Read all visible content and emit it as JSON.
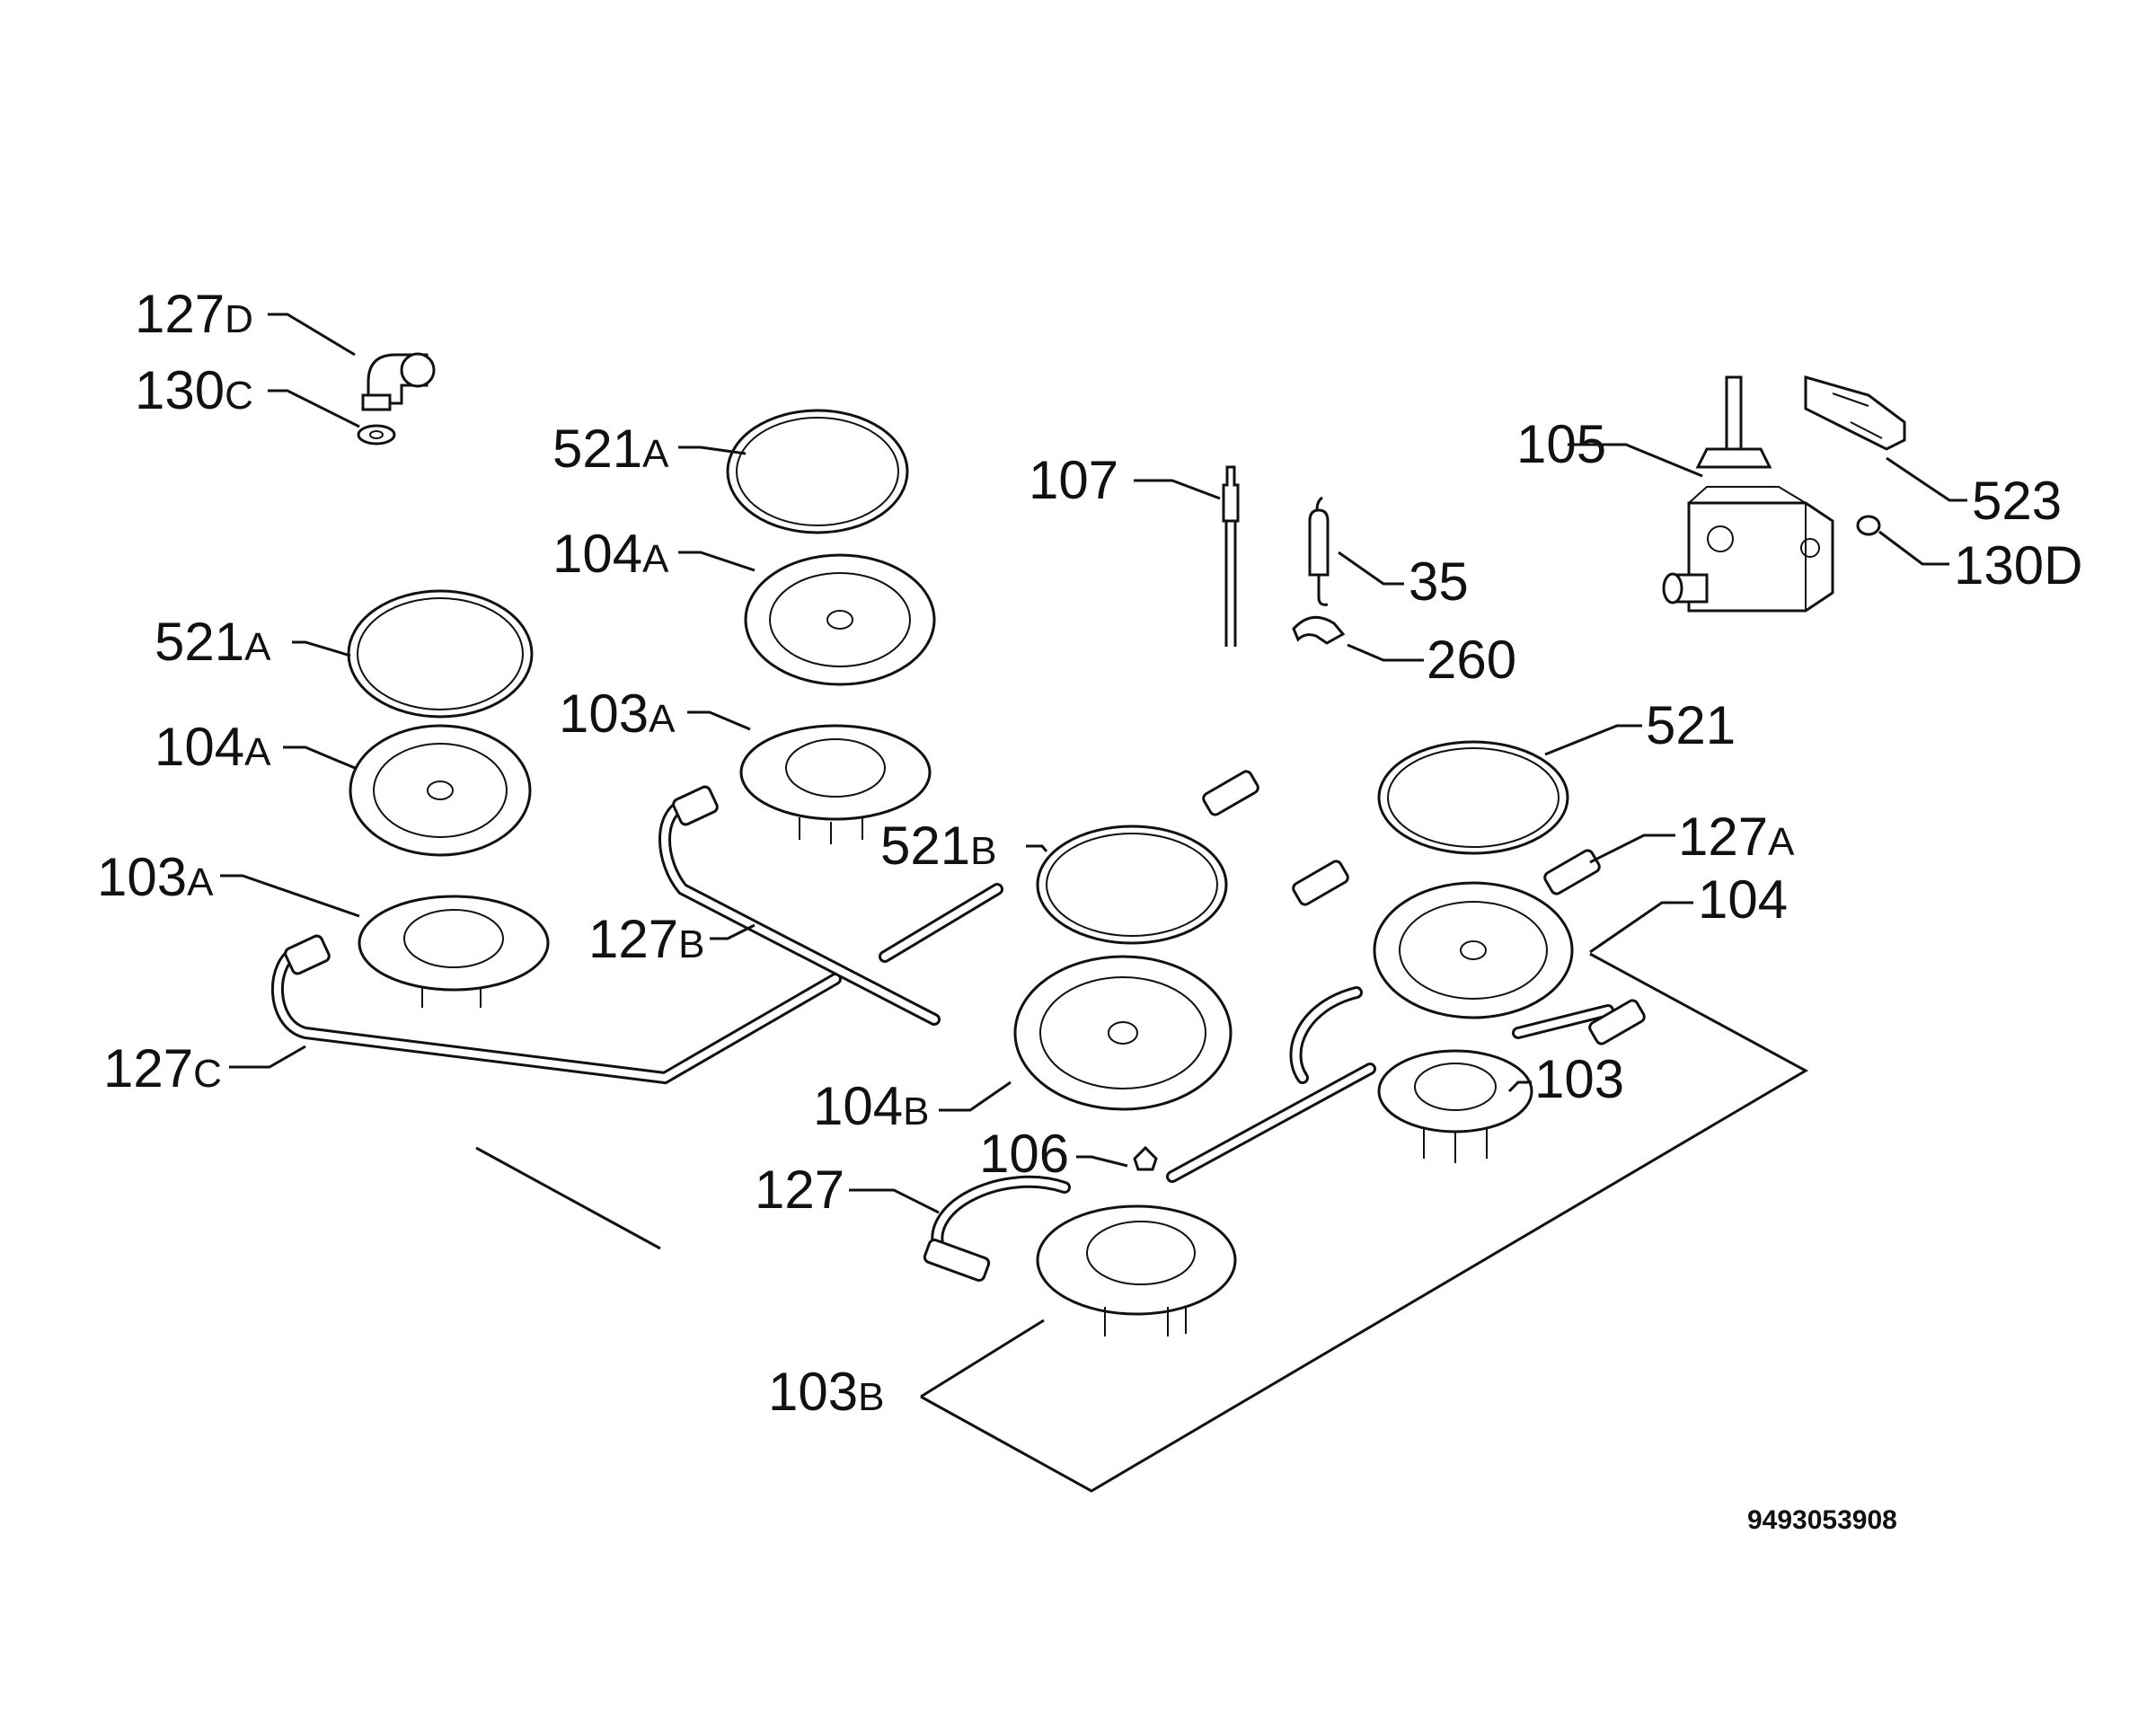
{
  "document_number": "9493053908",
  "labels": {
    "l127D": {
      "num": "127",
      "sfx": "D"
    },
    "l130C": {
      "num": "130",
      "sfx": "C"
    },
    "l521A_top": {
      "num": "521",
      "sfx": "A"
    },
    "l104A_top": {
      "num": "104",
      "sfx": "A"
    },
    "l103A_top": {
      "num": "103",
      "sfx": "A"
    },
    "l521A_left": {
      "num": "521",
      "sfx": "A"
    },
    "l104A_left": {
      "num": "104",
      "sfx": "A"
    },
    "l103A_left": {
      "num": "103",
      "sfx": "A"
    },
    "l127B": {
      "num": "127",
      "sfx": "B"
    },
    "l127C": {
      "num": "127",
      "sfx": "C"
    },
    "l107": {
      "num": "107",
      "sfx": ""
    },
    "l35": {
      "num": "35",
      "sfx": ""
    },
    "l260": {
      "num": "260",
      "sfx": ""
    },
    "l105": {
      "num": "105",
      "sfx": ""
    },
    "l523": {
      "num": "523",
      "sfx": ""
    },
    "l130D": {
      "num": "130D",
      "sfx": ""
    },
    "l521": {
      "num": "521",
      "sfx": ""
    },
    "l127A": {
      "num": "127",
      "sfx": "A"
    },
    "l104": {
      "num": "104",
      "sfx": ""
    },
    "l103": {
      "num": "103",
      "sfx": ""
    },
    "l521B": {
      "num": "521",
      "sfx": "B"
    },
    "l104B": {
      "num": "104",
      "sfx": "B"
    },
    "l106": {
      "num": "106",
      "sfx": ""
    },
    "l127": {
      "num": "127",
      "sfx": ""
    },
    "l103B": {
      "num": "103",
      "sfx": "B"
    }
  }
}
